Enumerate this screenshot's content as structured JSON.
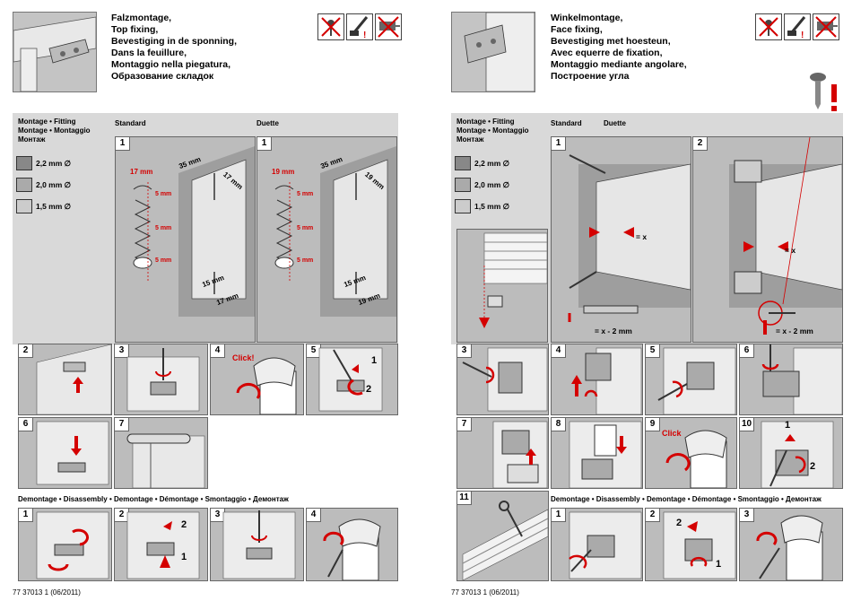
{
  "left": {
    "title_lines": [
      "Falzmontage,",
      "Top fixing,",
      "Bevestiging in de sponning,",
      "Dans la feuillure,",
      "Montaggio nella piegatura,",
      "Образование складок"
    ],
    "montage_lines": [
      "Montage • Fitting",
      "Montage • Montaggio",
      "Монтаж"
    ],
    "drill": [
      "2,2 mm ∅",
      "2,0 mm ∅",
      "1,5 mm ∅"
    ],
    "standard_label": "Standard",
    "duette_label": "Duette",
    "panel1": {
      "num": "1",
      "m17": "17 mm",
      "m35": "35 mm",
      "m17b": "17 mm",
      "m5a": "5 mm",
      "m5b": "5 mm",
      "m5c": "5 mm",
      "m15": "15 mm",
      "m17c": "17 mm"
    },
    "panel1b": {
      "num": "1",
      "m19": "19 mm",
      "m35": "35 mm",
      "m19b": "19 mm",
      "m5a": "5 mm",
      "m5b": "5 mm",
      "m5c": "5 mm",
      "m15": "15 mm",
      "m19c": "19 mm"
    },
    "steps": [
      "2",
      "3",
      "4",
      "5",
      "6",
      "7"
    ],
    "click": "Click!",
    "num1": "1",
    "num2": "2",
    "demontage": "Demontage • Disassembly • Demontage • Démontage • Smontaggio • Демонтаж",
    "dsteps": [
      "1",
      "2",
      "3",
      "4"
    ],
    "footer": "77 37013 1 (06/2011)"
  },
  "right": {
    "title_lines": [
      "Winkelmontage,",
      "Face fixing,",
      "Bevestiging met hoesteun,",
      "Avec equerre de fixation,",
      "Montaggio mediante angolare,",
      "Построение угла"
    ],
    "montage_lines": [
      "Montage • Fitting",
      "Montage • Montaggio",
      "Монтаж"
    ],
    "drill": [
      "2,2 mm ∅",
      "2,0 mm ∅",
      "1,5 mm ∅"
    ],
    "standard_label": "Standard",
    "duette_label": "Duette",
    "p1": {
      "num": "1",
      "eqx": "= x",
      "eqx2": "= x - 2 mm"
    },
    "p2": {
      "num": "2",
      "eqx": "= x",
      "eqx2": "= x - 2 mm"
    },
    "steps": [
      "3",
      "4",
      "5",
      "6",
      "7",
      "8",
      "9",
      "10",
      "11"
    ],
    "click": "Click",
    "demontage": "Demontage • Disassembly • Demontage • Démontage • Smontaggio • Демонтаж",
    "dsteps": [
      "1",
      "2",
      "3"
    ],
    "footer": "77 37013 1 (06/2011)"
  },
  "colors": {
    "accent": "#d40000",
    "panel": "#bcbcbc",
    "section": "#d9d9d9"
  },
  "icons": [
    "no-screw-icon",
    "screwdriver-icon",
    "no-drill-icon",
    "screw-icon",
    "warning-exclamation-icon"
  ]
}
